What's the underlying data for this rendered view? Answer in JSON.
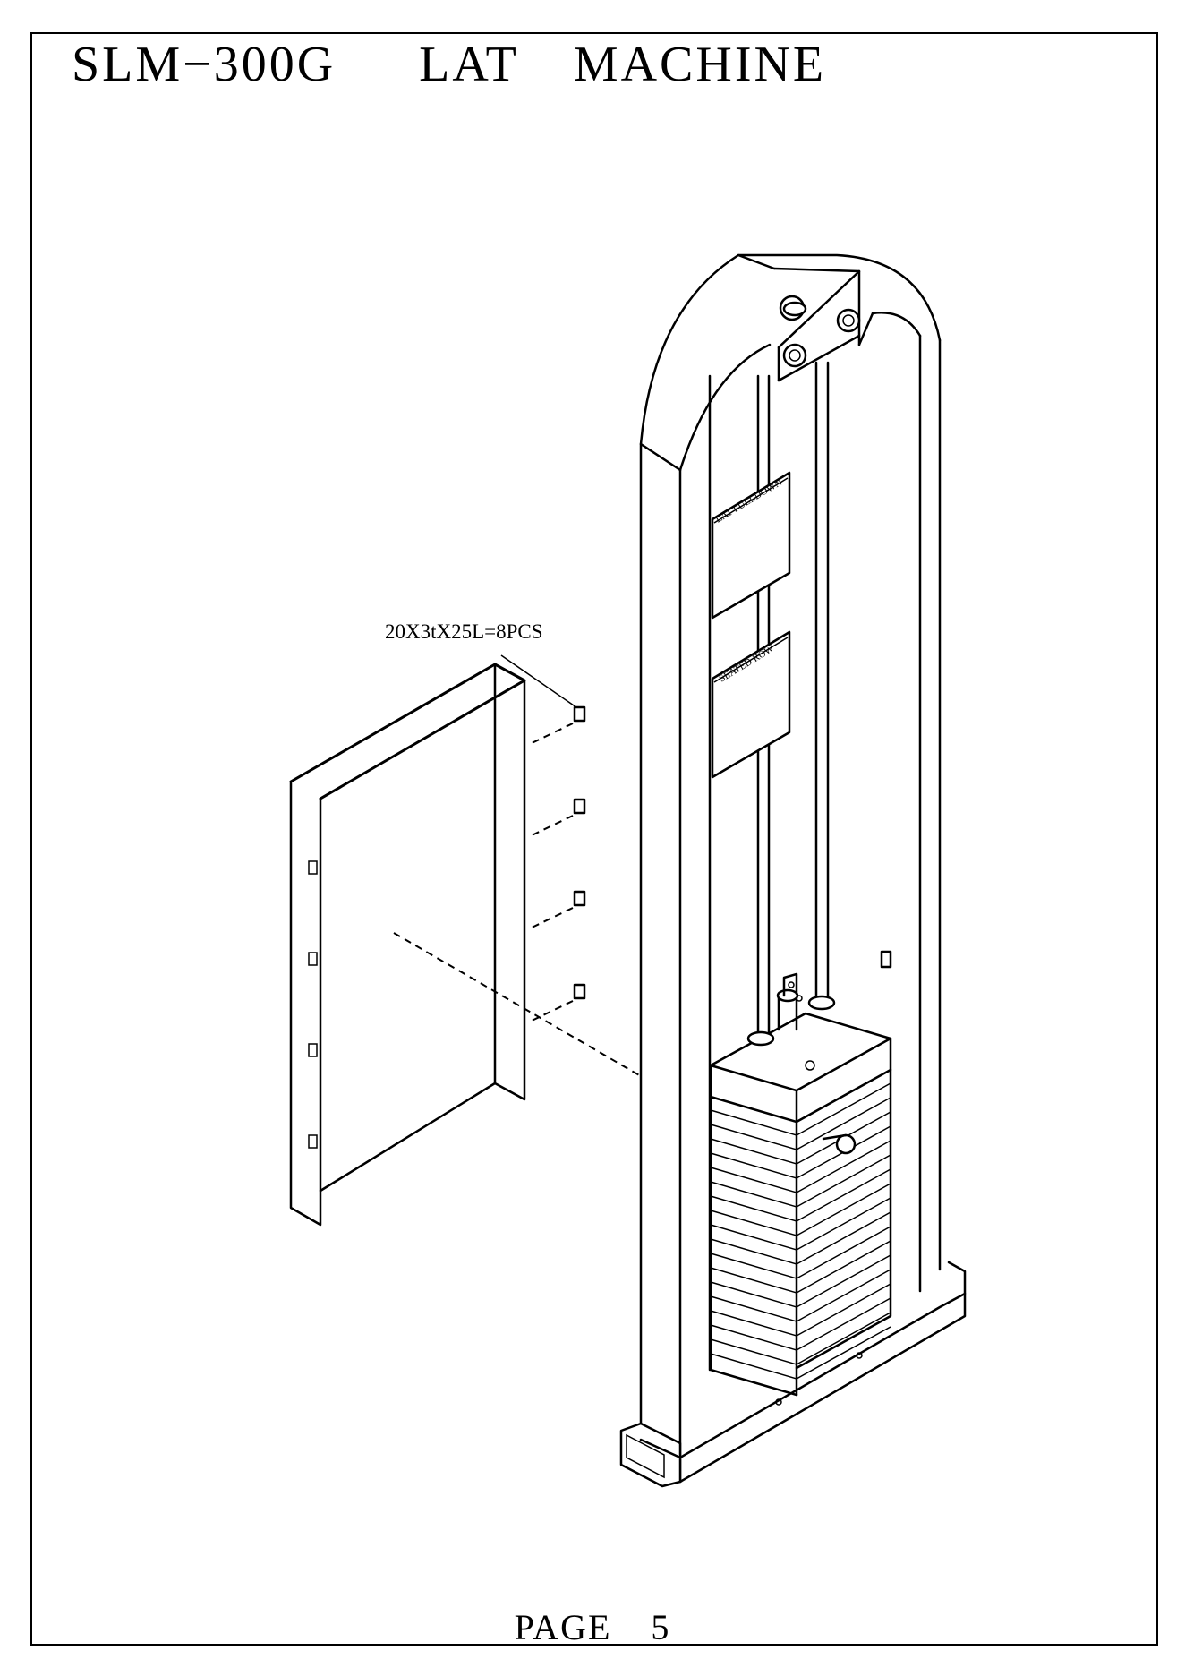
{
  "header": {
    "title": "SLM−300G   LAT  MACHINE"
  },
  "callout": {
    "label": "20X3tX25L=8PCS"
  },
  "signs": {
    "upper": "LAT PULLDOWN",
    "lower": "SEATED ROW"
  },
  "footer": {
    "page": "PAGE  5"
  }
}
